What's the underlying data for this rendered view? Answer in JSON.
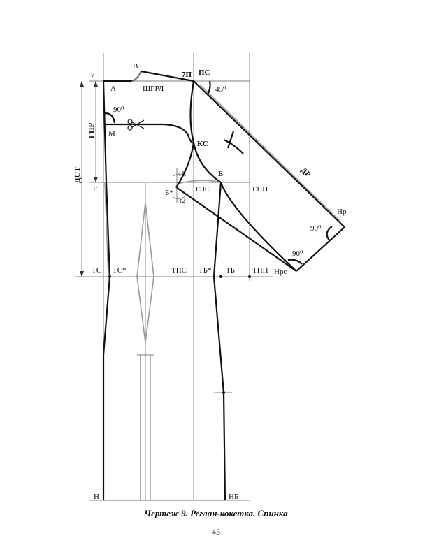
{
  "caption": "Чертеж 9. Реглан-кокетка. Спинка",
  "page_number": "45",
  "labels": {
    "p7": "7",
    "A": "А",
    "B_top": "В",
    "SHGRL": "ШГРЛ",
    "P7P": "7П",
    "PS": "ПС",
    "deg45": "45⁰",
    "deg90_m": "90⁰",
    "M": "М",
    "GPR": "ГПР",
    "DST": "ДСТ",
    "KS": "КС",
    "r1": "r1",
    "r2": "r2",
    "B": "Б",
    "Bstar": "Б*",
    "GPS": "ГПС",
    "GPP": "ГПП",
    "G": "Г",
    "DR": "ДР",
    "Nr": "Нр",
    "deg90_nr": "90⁰",
    "deg90_nrs": "90⁰",
    "Nrs": "Нрс",
    "TS": "ТС",
    "TSstar": "ТС*",
    "TPS": "ТПС",
    "TBstar": "ТБ*",
    "TB": "ТБ",
    "TPP": "ТПП",
    "N": "Н",
    "NB": "НБ"
  }
}
